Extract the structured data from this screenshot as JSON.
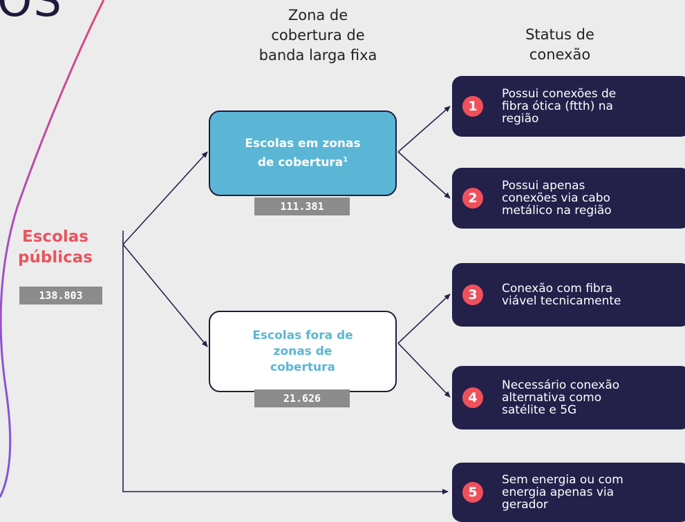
{
  "title_fragment": "OS",
  "headers": {
    "coverage": [
      "Zona de",
      "cobertura de",
      "banda larga fixa"
    ],
    "status": [
      "Status de",
      "conexão"
    ]
  },
  "root": {
    "label": [
      "Escolas",
      "públicas"
    ],
    "count": "138.803"
  },
  "in_coverage": {
    "line1": "Escolas em zonas",
    "line2": "de cobertura",
    "footnote": "1",
    "count": "111.381"
  },
  "out_coverage": {
    "label": [
      "Escolas fora de",
      "zonas de",
      "cobertura"
    ],
    "count": "21.626"
  },
  "statuses": [
    {
      "num": "1",
      "lines": [
        "Possui conexões de",
        "fibra ótica (ftth) na",
        "região"
      ]
    },
    {
      "num": "2",
      "lines": [
        "Possui apenas",
        "conexões via cabo",
        "metálico na região"
      ]
    },
    {
      "num": "3",
      "lines": [
        "Conexão com fibra",
        "viável tecnicamente"
      ]
    },
    {
      "num": "4",
      "lines": [
        "Necessário conexão",
        "alternativa como",
        "satélite e 5G"
      ]
    },
    {
      "num": "5",
      "lines": [
        "Sem energia ou com",
        "energia apenas via",
        "gerador"
      ]
    }
  ],
  "colors": {
    "navy": "#23204a",
    "teal": "#5ab6d4",
    "coral": "#e8545f",
    "count_gray": "#8c8c8c"
  }
}
